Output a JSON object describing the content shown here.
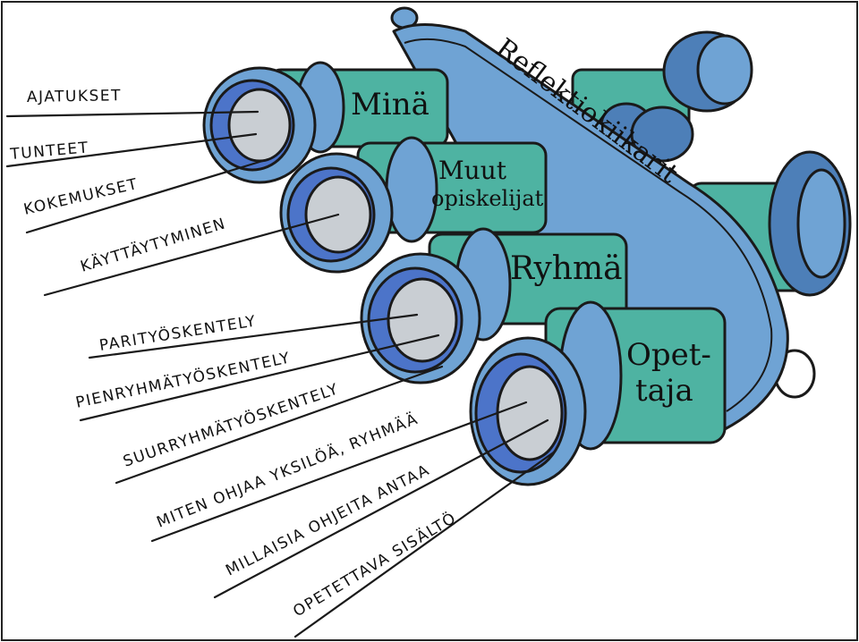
{
  "bridge": {
    "title": "Reflektiokiikarit"
  },
  "tubes": [
    {
      "name": "Minä",
      "lines": [
        "Minä"
      ]
    },
    {
      "name": "Muut opiskelijat",
      "lines": [
        "Muut",
        "opiskelijat"
      ]
    },
    {
      "name": "Ryhmä",
      "lines": [
        "Ryhmä"
      ]
    },
    {
      "name": "Opettaja",
      "lines": [
        "Opet-",
        "taja"
      ]
    }
  ],
  "labels": [
    "AJATUKSET",
    "TUNTEET",
    "KOKEMUKSET",
    "KÄYTTÄYTYMINEN",
    "PARITYÖSKENTELY",
    "PIENRYHMÄTYÖSKENTELY",
    "SUURRYHMÄTYÖSKENTELY",
    "MITEN OHJAA YKSILÖÄ, RYHMÄÄ",
    "MILLAISIA OHJEITA ANTAA",
    "OPETETTAVA SISÄLTÖ"
  ],
  "colors": {
    "body_blue": "#6fa3d4",
    "body_blue_dark": "#4f84bd",
    "lens_rim": "#4c74c9",
    "lens_glass": "#c9ced3",
    "teal": "#4eb3a2",
    "knob": "#4d7fb8"
  }
}
